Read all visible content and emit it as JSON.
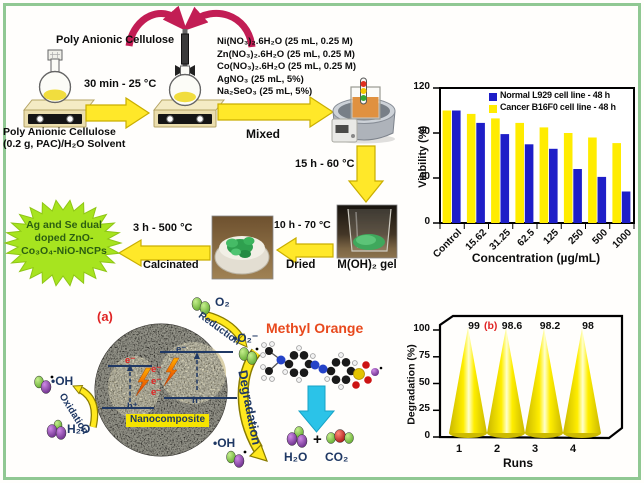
{
  "panel_labels": {
    "a": "(a)",
    "b": "(b)"
  },
  "synthesis": {
    "pac_top": "Poly Anionic Cellulose",
    "pac_source_line1": "Poly Anionic Cellulose",
    "pac_source_line2": "(0.2 g, PAC)/H₂O Solvent",
    "step1": "30 min - 25 °C",
    "reagents": [
      "Ni(NO₃)₂.6H₂O (25 mL, 0.25 M)",
      "Zn(NO₃)₂.6H₂O (25 mL, 0.25 M)",
      "Co(NO₃)₂.6H₂O (25 mL, 0.25 M)",
      "AgNO₃ (25 mL, 5%)",
      "Na₂SeO₃ (25 mL, 5%)"
    ],
    "mixed": "Mixed",
    "step2": "15 h - 60 °C",
    "gel": "M(OH)₂ gel",
    "dry_cond": "10 h - 70 °C",
    "dry": "Dried",
    "calc_cond": "3 h - 500 °C",
    "calc": "Calcinated",
    "product": [
      "Ag and Se dual",
      "doped ZnO-",
      "Co₃O₄-NiO-NCPs"
    ]
  },
  "photocatalysis": {
    "o2": "O₂",
    "reduction": "Reduction",
    "superoxide": "•O₂⁻",
    "hydroxyl": "•OH",
    "oxidation": "Oxidation",
    "water": "H₂O",
    "degradation": "Degradation",
    "hydroxyl_bottom": "•OH",
    "nanocomposite": "Nanocomposite",
    "dye": "Methyl Orange",
    "plus": "+",
    "water_product": "H₂O",
    "co2_product": "CO₂",
    "electron": "e⁻",
    "hole": "h⁺"
  },
  "chart_data": [
    {
      "type": "bar",
      "title": "",
      "categories": [
        "Control",
        "15.62",
        "31.25",
        "62.5",
        "125",
        "250",
        "500",
        "1000"
      ],
      "series": [
        {
          "name": "Normal L929 cell line - 48 h",
          "color": "#1e1ec8",
          "values": [
            100,
            89,
            79,
            70,
            66,
            48,
            41,
            28
          ]
        },
        {
          "name": "Cancer B16F0 cell line - 48 h",
          "color": "#ffec00",
          "values": [
            100,
            97,
            93,
            89,
            85,
            80,
            76,
            71
          ]
        }
      ],
      "series_draw_order": [
        1,
        0
      ],
      "xlabel": "Concentration (µg/mL)",
      "ylabel": "Viability (%)",
      "ylim": [
        0,
        120
      ],
      "yticks": [
        0,
        40,
        80,
        120
      ],
      "legend_position": "top-right",
      "grid": false
    },
    {
      "type": "bar",
      "style": "3d-cone",
      "panel_label": "(b)",
      "categories": [
        "1",
        "2",
        "3",
        "4"
      ],
      "values": [
        99,
        98.6,
        98.2,
        98
      ],
      "value_labels": [
        "99",
        "98.6",
        "98.2",
        "98"
      ],
      "xlabel": "Runs",
      "ylabel": "Degradation (%)",
      "ylim": [
        0,
        100
      ],
      "yticks": [
        0,
        25,
        50,
        75,
        100
      ],
      "bar_color": "#f5e400",
      "grid": false
    }
  ],
  "colors": {
    "navy": "#1f3864",
    "red": "#e02424",
    "methyl_orange_text": "#e8491d",
    "arrow_yellow": "#ffe829",
    "magenta_arrow": "#c21d54",
    "border_green": "#90c893",
    "bar_blue": "#1e1ec8",
    "bar_yellow": "#ffec00",
    "cone_yellow": "#f5e400",
    "starburst_green": "#a7e41f",
    "product_text_green": "#2c5f11",
    "cyan_arrow": "#2bc3e8"
  }
}
